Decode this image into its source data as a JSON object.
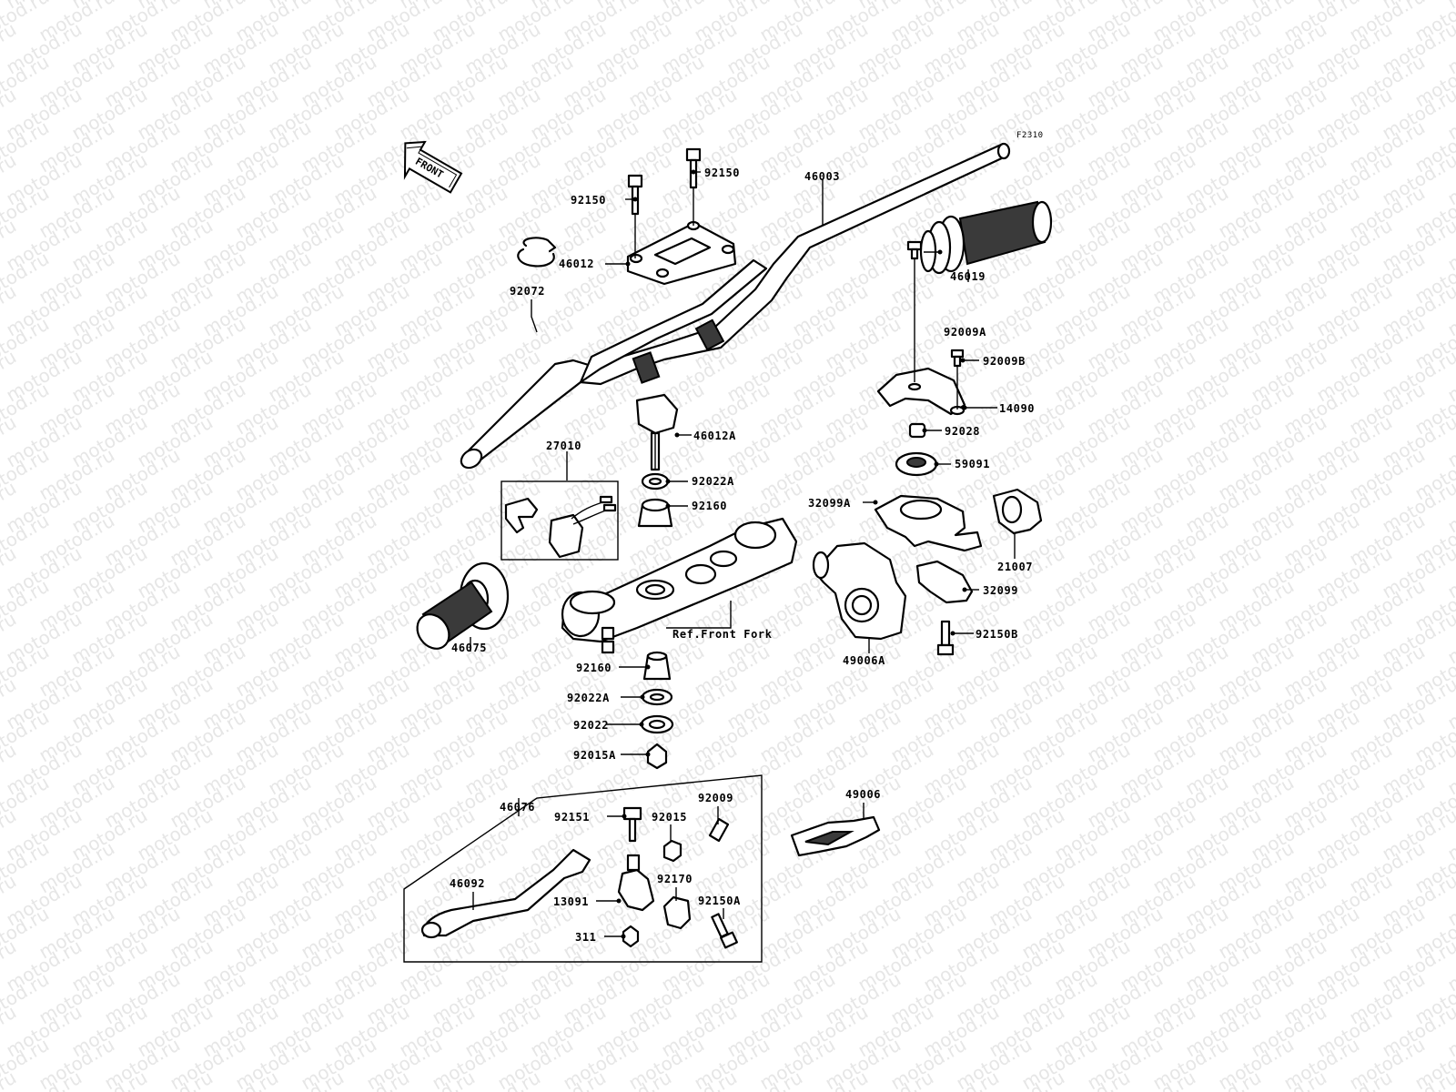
{
  "watermark": "motod.ru",
  "diagram_code": "F2310",
  "front_arrow_label": "FRONT",
  "labels": [
    {
      "id": "92150-a",
      "text": "92150"
    },
    {
      "id": "92150-b",
      "text": "92150"
    },
    {
      "id": "46003",
      "text": "46003"
    },
    {
      "id": "46012",
      "text": "46012"
    },
    {
      "id": "92072",
      "text": "92072"
    },
    {
      "id": "46019",
      "text": "46019"
    },
    {
      "id": "92009A",
      "text": "92009A"
    },
    {
      "id": "92009B",
      "text": "92009B"
    },
    {
      "id": "14090",
      "text": "14090"
    },
    {
      "id": "92028",
      "text": "92028"
    },
    {
      "id": "59091",
      "text": "59091"
    },
    {
      "id": "46012A",
      "text": "46012A"
    },
    {
      "id": "27010",
      "text": "27010"
    },
    {
      "id": "92022A-top",
      "text": "92022A"
    },
    {
      "id": "92160-top",
      "text": "92160"
    },
    {
      "id": "32099A",
      "text": "32099A"
    },
    {
      "id": "21007",
      "text": "21007"
    },
    {
      "id": "32099",
      "text": "32099"
    },
    {
      "id": "92150B",
      "text": "92150B"
    },
    {
      "id": "49006A",
      "text": "49006A"
    },
    {
      "id": "ref-front-fork",
      "text": "Ref.Front Fork"
    },
    {
      "id": "46075",
      "text": "46075"
    },
    {
      "id": "92160-bot",
      "text": "92160"
    },
    {
      "id": "92022A-bot",
      "text": "92022A"
    },
    {
      "id": "92022",
      "text": "92022"
    },
    {
      "id": "92015A",
      "text": "92015A"
    },
    {
      "id": "46076",
      "text": "46076"
    },
    {
      "id": "92151",
      "text": "92151"
    },
    {
      "id": "92015",
      "text": "92015"
    },
    {
      "id": "92009",
      "text": "92009"
    },
    {
      "id": "49006",
      "text": "49006"
    },
    {
      "id": "46092",
      "text": "46092"
    },
    {
      "id": "92170",
      "text": "92170"
    },
    {
      "id": "13091",
      "text": "13091"
    },
    {
      "id": "92150A",
      "text": "92150A"
    },
    {
      "id": "311",
      "text": "311"
    }
  ]
}
